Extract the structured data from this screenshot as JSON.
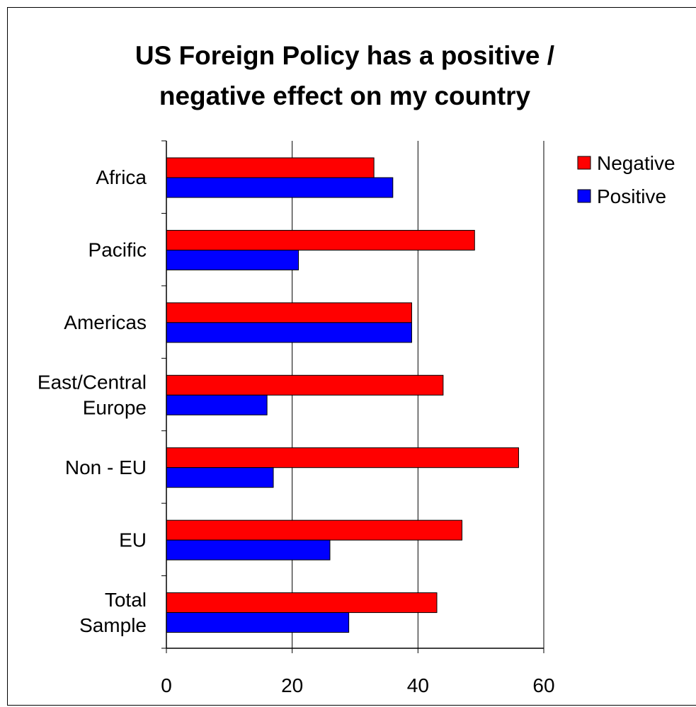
{
  "chart_data": {
    "type": "bar",
    "orientation": "horizontal",
    "title_lines": [
      "US Foreign Policy has a positive /",
      "negative effect on my country"
    ],
    "categories": [
      "Africa",
      "Pacific",
      "Americas",
      "East/Central Europe",
      "Non - EU",
      "EU",
      "Total Sample"
    ],
    "category_lines": [
      [
        "Africa"
      ],
      [
        "Pacific"
      ],
      [
        "Americas"
      ],
      [
        "East/Central",
        "Europe"
      ],
      [
        "Non - EU"
      ],
      [
        "EU"
      ],
      [
        "Total",
        "Sample"
      ]
    ],
    "series": [
      {
        "name": "Negative",
        "color": "#ff0000",
        "values": [
          33,
          49,
          39,
          44,
          56,
          47,
          43
        ]
      },
      {
        "name": "Positive",
        "color": "#0000ff",
        "values": [
          36,
          21,
          39,
          16,
          17,
          26,
          29
        ]
      }
    ],
    "xlim": [
      0,
      60
    ],
    "xticks": [
      0,
      20,
      40,
      60
    ],
    "xlabel": "",
    "ylabel": "",
    "grid": "vertical",
    "legend_position": "top-right"
  }
}
